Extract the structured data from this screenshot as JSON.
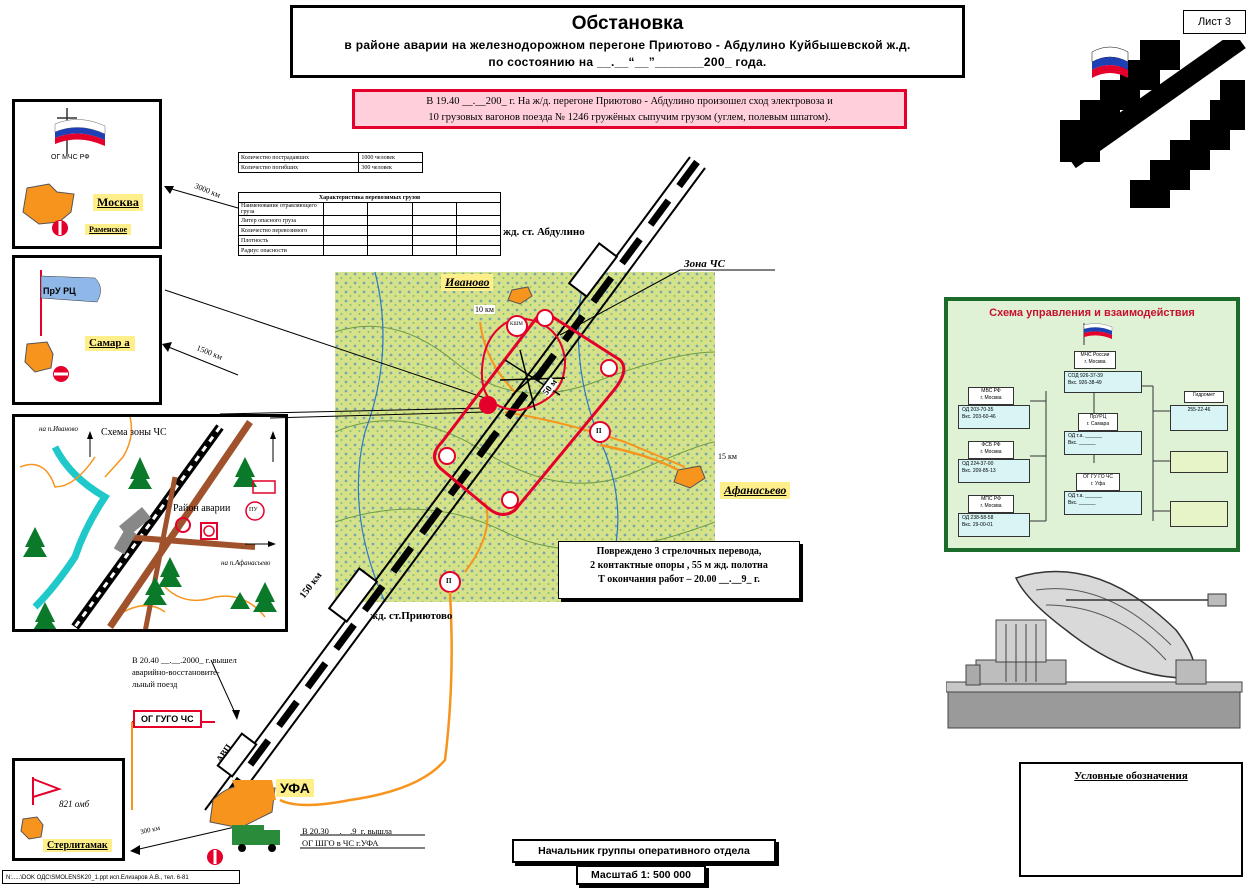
{
  "header": {
    "title": "Обстановка",
    "subtitle1": "в районе аварии на железнодорожном перегоне   Приютово - Абдулино Куйбышевской ж.д.",
    "subtitle2": "по  состоянию  на   __.__“__”_______200_ года.",
    "sheet": "Лист 3"
  },
  "alert": {
    "line1": "В 19.40  __.__200_ г. На ж/д. перегоне Приютово - Абдулино произошел сход электровоза и",
    "line2": "10  грузовых вагонов  поезда  № 1246  гружёных  сыпучим  грузом (углем,  полевым шпатом)."
  },
  "victims_table": {
    "rows": [
      {
        "label": "Количество пострадавших",
        "value": "1000 человек"
      },
      {
        "label": "Количество погибших",
        "value": "300 человек"
      }
    ]
  },
  "cargo_table": {
    "title": "Характеристика перевозимых грузов",
    "rows": [
      "Наименование отравляющего груза",
      "Литер опасного груза",
      "Количество перевозимого",
      "Плотность",
      "Радиус опасности"
    ]
  },
  "orgs": {
    "moscow": {
      "org": "ОГ МЧС РФ",
      "city": "Москва",
      "base": "Раменское",
      "distance": "3000 км"
    },
    "samara": {
      "org": "ПрУ РЦ",
      "city": "Самар а",
      "distance": "1500 км"
    },
    "sterl": {
      "detachment": "821 омб",
      "city": "Стерлитамак",
      "distance": "300 км"
    }
  },
  "inset": {
    "title": "Схема зоны ЧС",
    "to_ivanovo": "на п.Иваново",
    "to_afanasevo": "на п.Афанасьево",
    "accident": "Район аварии",
    "mark": "ПУ"
  },
  "map": {
    "abdulino": "жд. ст. Абдулино",
    "zone": "Зона ЧС",
    "ivanovo": "Иваново",
    "afanasevo": "Афанасьево",
    "pryutovo": "жд. ст.Приютово",
    "dist10": "10  км",
    "dist15": "15  км",
    "dist150": "150 км",
    "dist50": "50 м",
    "kshm": "КШМ",
    "p": "П",
    "damage1": "Повреждено 3  стрелочных перевода,",
    "damage2": "2 контактные опоры , 55 м жд. полотна",
    "damage3": "Т окончания работ – 20.00 __.__9_ г."
  },
  "ufa": {
    "city": "УФА",
    "train_note1": "В 20.40  __.__.2000_ г. вышел",
    "train_note2": "аварийно-восстановите-",
    "train_note3": "льный поезд",
    "group": "ОГ ГУГО ЧС",
    "avp": "АВП",
    "left_note1": "В 20.30 __.__.9_г. вышла",
    "left_note2": "ОГ  ШГО в ЧС г.УФА"
  },
  "management": {
    "title": "Схема управления и взаимодействия",
    "center": {
      "name": "МЧС России",
      "city": "г. Москва",
      "tel": "СОД 926-37-39",
      "fax": "Вкс. 926-38-49"
    },
    "left1": {
      "name": "МВС РФ",
      "city": "г. Москва",
      "tel": "ОД 203-70-35",
      "fax": "Вкс. 203-60-46"
    },
    "left2": {
      "name": "ФСБ РФ",
      "city": "г. Москва",
      "tel": "ОД 224-37-00",
      "fax": "Вкс. 209-85-13"
    },
    "left3": {
      "name": "МПС РФ",
      "city": "г. Москва",
      "tel": "ОД 238-58-58",
      "fax": "Вкс. 29-00-01"
    },
    "mid1": {
      "name": "ПрУРЦ",
      "city": "г. Самара",
      "tel": "ОД т.а. ______",
      "fax": "Вкс. ______"
    },
    "mid2": {
      "name": "ОГ ГУ ГО ЧС",
      "city": "г. Уфа",
      "tel": "ОД т.а. ______",
      "fax": "Вкс. ______"
    },
    "right1": {
      "name": "Гидромет",
      "tel": "255-22-46"
    }
  },
  "legend": {
    "title": "Условные обозначения"
  },
  "footer": {
    "chief": "Начальник группы оперативного отдела",
    "scale": "Масштаб 1: 500 000",
    "file": "N:.....\\DOK ОДС\\SMOLENSK20_1.ppt исп.Елизаров А.В., тел. 6-81"
  },
  "colors": {
    "red": "#e4002b",
    "orange": "#f7941d",
    "yellow_label": "#ffef8a",
    "green": "#1b6b2a"
  }
}
